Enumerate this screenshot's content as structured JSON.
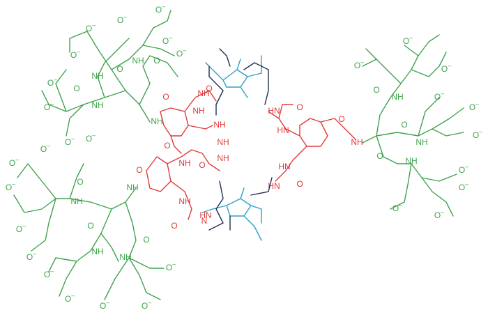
{
  "colors": {
    "dendron": "#3fa34d",
    "core": "#e03a3a",
    "cap_ethyl": "#2f9fc4",
    "cap_bridge": "#1f2f4f"
  },
  "labels": {
    "carboxylate": "O",
    "charge": "–",
    "oxygen": "O",
    "nh": "NH",
    "hn": "HN",
    "n": "N",
    "h": "H"
  }
}
